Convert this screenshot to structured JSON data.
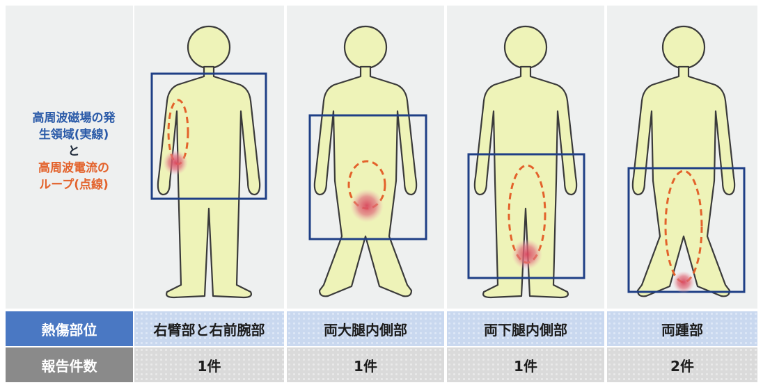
{
  "legend": {
    "line1": "高周波磁場の発",
    "line2": "生領域(実線)",
    "and": "と",
    "line3": "高周波電流の",
    "line4": "ループ(点線)"
  },
  "table": {
    "burn_site_header": "熱傷部位",
    "report_count_header": "報告件数",
    "columns": [
      {
        "burn_site": "右臂部と右前腕部",
        "count": "1件"
      },
      {
        "burn_site": "両大腿内側部",
        "count": "1件"
      },
      {
        "burn_site": "両下腿内側部",
        "count": "1件"
      },
      {
        "burn_site": "両踵部",
        "count": "2件"
      }
    ]
  },
  "colors": {
    "body_fill": "#eef3b8",
    "field_box": "#1f3f86",
    "current_loop": "#e3622b",
    "burn_spot": "#d8455c"
  }
}
